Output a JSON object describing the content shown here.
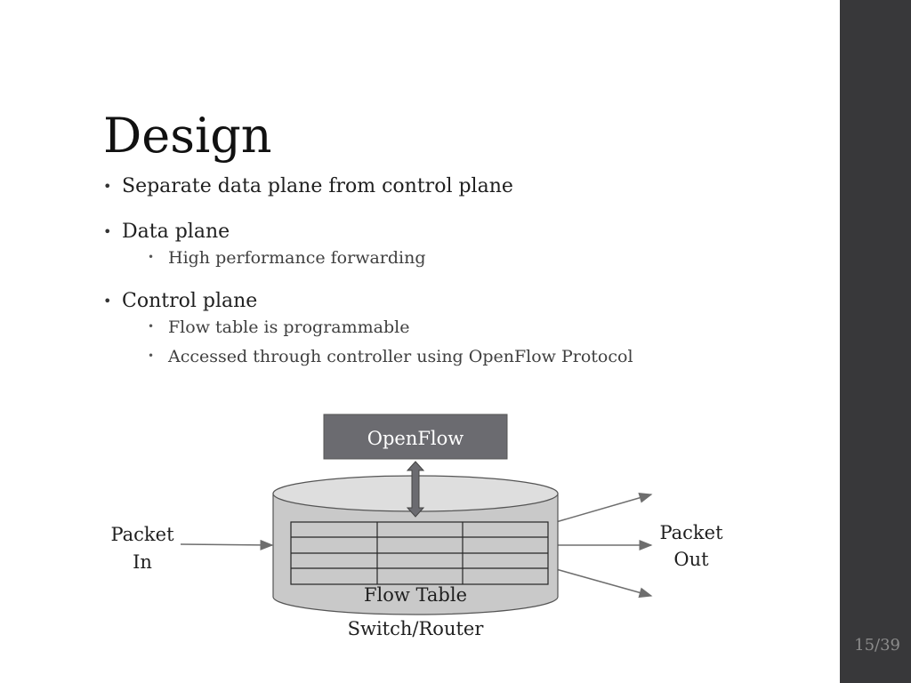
{
  "slide": {
    "title": "Design",
    "bullets": [
      {
        "text": "Separate data plane from control plane",
        "subs": []
      },
      {
        "text": "Data plane",
        "subs": [
          "High performance forwarding"
        ]
      },
      {
        "text": "Control plane",
        "subs": [
          "Flow table is programmable",
          "Accessed through controller using OpenFlow Protocol"
        ]
      }
    ],
    "page_number": "15/39"
  },
  "diagram": {
    "openflow_label": "OpenFlow",
    "packet_in_label": [
      "Packet",
      "In"
    ],
    "packet_out_label": [
      "Packet",
      "Out"
    ],
    "flow_table_label": "Flow Table",
    "switch_label": "Switch/Router",
    "colors": {
      "openflow_box": "#6b6b70",
      "cylinder_body": "#c9c9c9",
      "cylinder_top": "#dedede",
      "line": "#6e6e6e",
      "sidebar": "#38383a"
    }
  }
}
